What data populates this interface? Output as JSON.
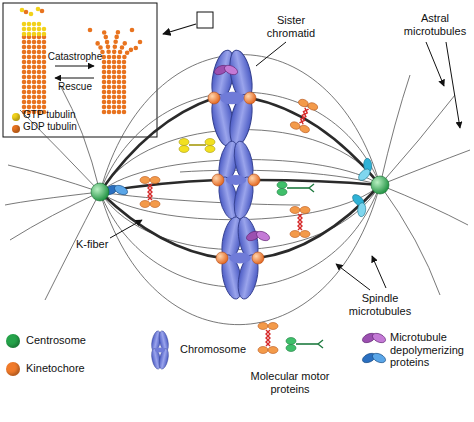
{
  "diagram": {
    "labels": [
      "Catastrophe",
      "Rescue",
      "Sister chromatid",
      "Astral microtubules",
      "K-fiber",
      "Spindle microtubules"
    ],
    "legend": [
      {
        "text": "GTP tubulin",
        "color": "#f2d21b"
      },
      {
        "text": "GDP tubulin",
        "color": "#e8731f"
      },
      {
        "text": "Centrosome",
        "color": "#25a34a"
      },
      {
        "text": "Kinetochore",
        "color": "#f07a2a"
      },
      {
        "text": "Chromosome"
      },
      {
        "text": "Molecular motor proteins"
      },
      {
        "text": "Microtubule depolymerizing proteins"
      }
    ]
  }
}
